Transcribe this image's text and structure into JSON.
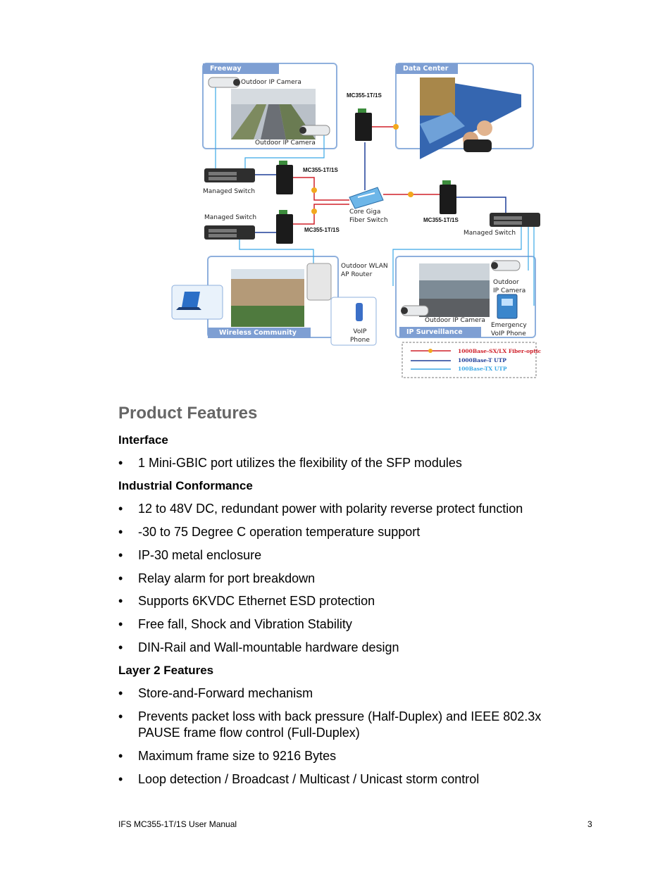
{
  "diagram": {
    "freeway_title": "Freeway",
    "datacenter_title": "Data Center",
    "wireless_title": "Wireless Community",
    "surveillance_title": "IP Surveillance",
    "labels": {
      "outdoor_ip_camera_top": "Outdoor IP Camera",
      "outdoor_ip_camera_bottom": "Outdoor IP Camera",
      "mc_top": "MC355-1T/1S",
      "mc_left_upper": "MC355-1T/1S",
      "mc_left_lower": "MC355-1T/1S",
      "mc_right": "MC355-1T/1S",
      "managed_switch_upper": "Managed Switch",
      "managed_switch_lower": "Managed Switch",
      "managed_switch_right": "Managed Switch",
      "core_switch": "Core Giga\nFiber Switch",
      "wlan_router": "Outdoor WLAN\nAP Router",
      "voip_phone": "VoIP\nPhone",
      "outdoor_ip_camera_surv_right": "Outdoor\nIP Camera",
      "outdoor_ip_camera_surv_bottom": "Outdoor IP Camera",
      "emergency_phone": "Emergency\nVoIP Phone"
    },
    "legend": [
      {
        "label": "1000Base-SX/LX Fiber-optic",
        "color": "#d0202a"
      },
      {
        "label": "1000Base-T UTP",
        "color": "#1f3f99"
      },
      {
        "label": "100Base-TX UTP",
        "color": "#3aa8e6"
      }
    ]
  },
  "content": {
    "heading": "Product Features",
    "sections": [
      {
        "title": "Interface",
        "items": [
          "1 Mini-GBIC port utilizes the flexibility of the SFP modules"
        ]
      },
      {
        "title": "Industrial Conformance",
        "items": [
          "12 to 48V DC, redundant power with polarity reverse protect function",
          "-30 to 75 Degree C operation temperature support",
          "IP-30 metal enclosure",
          "Relay alarm for port breakdown",
          "Supports 6KVDC Ethernet ESD protection",
          "Free fall, Shock and Vibration Stability",
          "DIN-Rail and Wall-mountable hardware design"
        ]
      },
      {
        "title": "Layer 2 Features",
        "items": [
          "Store-and-Forward mechanism",
          "Prevents packet loss with back pressure (Half-Duplex) and IEEE 802.3x PAUSE frame flow control (Full-Duplex)",
          "Maximum frame size to 9216 Bytes",
          "Loop detection / Broadcast / Multicast / Unicast storm control"
        ]
      }
    ],
    "bullet_char": "•"
  },
  "footer": {
    "left": "IFS MC355-1T/1S User Manual",
    "right": "3"
  }
}
